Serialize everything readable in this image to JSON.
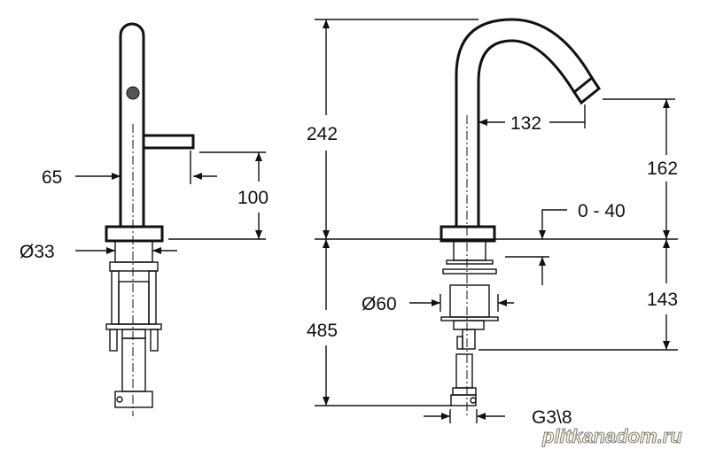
{
  "drawing": {
    "left_view": {
      "dimensions": {
        "lever_offset": "65",
        "lever_height": "100",
        "shank_diameter": "Ø33"
      }
    },
    "right_view": {
      "dimensions": {
        "total_height": "242",
        "reach": "132",
        "spout_outlet_height": "162",
        "deck_thickness": "0 - 40",
        "shank_length": "485",
        "below_deck": "143",
        "hole_diameter": "Ø60",
        "connection": "G3\\8"
      }
    },
    "watermark": "plitkanadom.ru"
  }
}
